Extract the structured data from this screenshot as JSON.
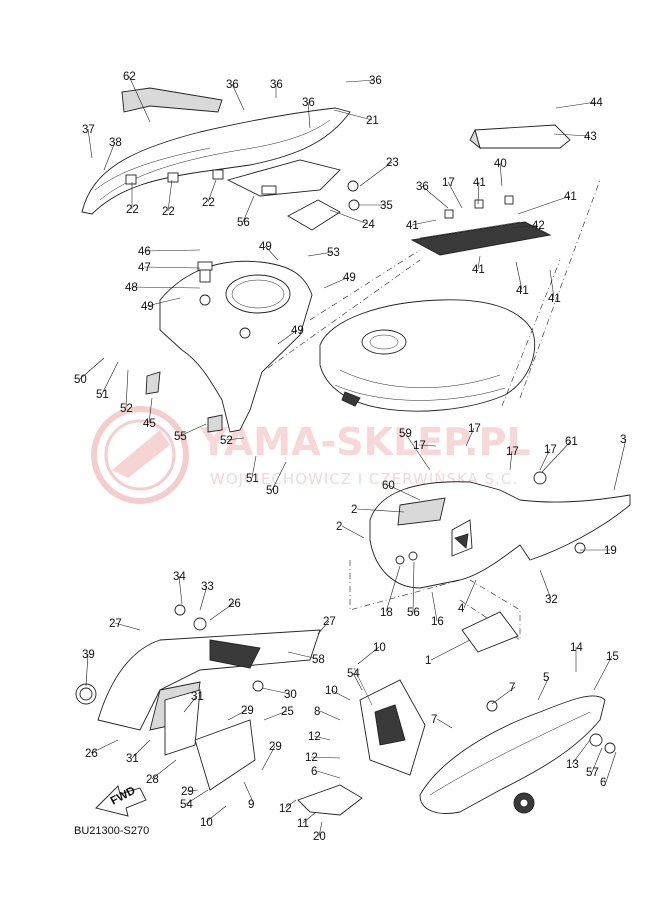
{
  "diagram": {
    "callouts": [
      "62",
      "36",
      "36",
      "36",
      "36",
      "37",
      "38",
      "21",
      "22",
      "22",
      "22",
      "23",
      "35",
      "56",
      "24",
      "44",
      "43",
      "46",
      "47",
      "48",
      "49",
      "49",
      "53",
      "49",
      "49",
      "45",
      "50",
      "51",
      "52",
      "55",
      "52",
      "51",
      "50",
      "36",
      "17",
      "41",
      "41",
      "42",
      "40",
      "41",
      "41",
      "41",
      "41",
      "17",
      "17",
      "17",
      "17",
      "3",
      "61",
      "59",
      "60",
      "2",
      "2",
      "16",
      "19",
      "18",
      "56",
      "4",
      "1",
      "32",
      "34",
      "33",
      "26",
      "27",
      "27",
      "58",
      "39",
      "30",
      "31",
      "29",
      "25",
      "26",
      "31",
      "28",
      "29",
      "54",
      "29",
      "10",
      "9",
      "10",
      "54",
      "10",
      "8",
      "12",
      "12",
      "12",
      "11",
      "6",
      "20",
      "7",
      "7",
      "5",
      "14",
      "15",
      "13",
      "57",
      "6"
    ],
    "code": "BU21300-S270",
    "fwd_label": "FWD"
  },
  "watermark": {
    "brand": "YAMA-SKLEP.PL",
    "subtitle": "WOJCIECHOWICZ I CZERWIŃSKA S.C."
  },
  "colors": {
    "watermark": "#e68a8a",
    "line": "#222222"
  }
}
